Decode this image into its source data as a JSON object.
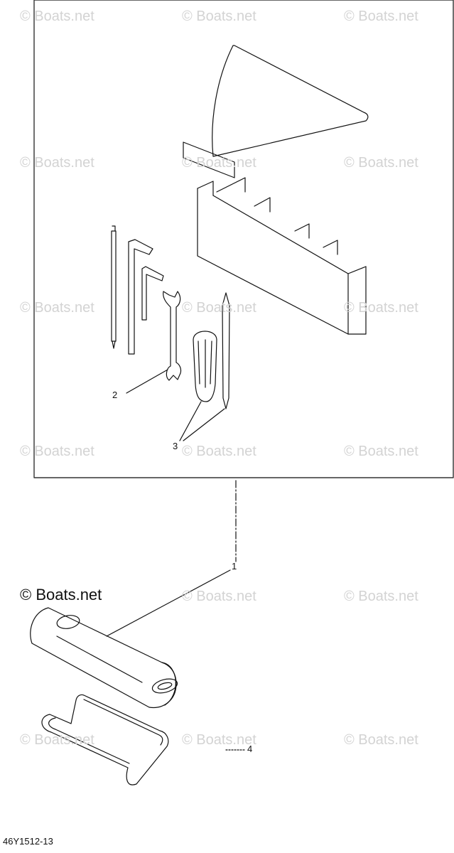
{
  "watermark": {
    "text": "© Boats.net"
  },
  "callouts": [
    "1",
    "2",
    "3",
    "4"
  ],
  "diagram_code": "46Y1512-13",
  "colors": {
    "line": "#111111",
    "watermark": "#d3d3d3",
    "frame": "#333333"
  }
}
